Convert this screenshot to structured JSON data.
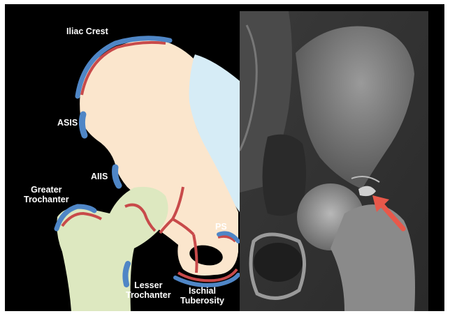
{
  "labels": {
    "iliac_crest": "Iliac Crest",
    "asis": "ASIS",
    "aiis": "AIIS",
    "greater_trochanter": "Greater\nTrochanter",
    "ps": "PS",
    "lesser_trochanter": "Lesser\nTrochanter",
    "ischial_tuberosity": "Ischial\nTuberosity"
  },
  "colors": {
    "background": "#000000",
    "pelvis_fill": "#fbe6cd",
    "femur_fill": "#dde8c0",
    "apophysis_blue": "#4f86c6",
    "growth_plate_red": "#c84a4a",
    "sacrum_light_blue": "#d6ecf6",
    "arrow": "#e8584a"
  },
  "icons": {
    "pointer": "red-arrow-icon"
  }
}
